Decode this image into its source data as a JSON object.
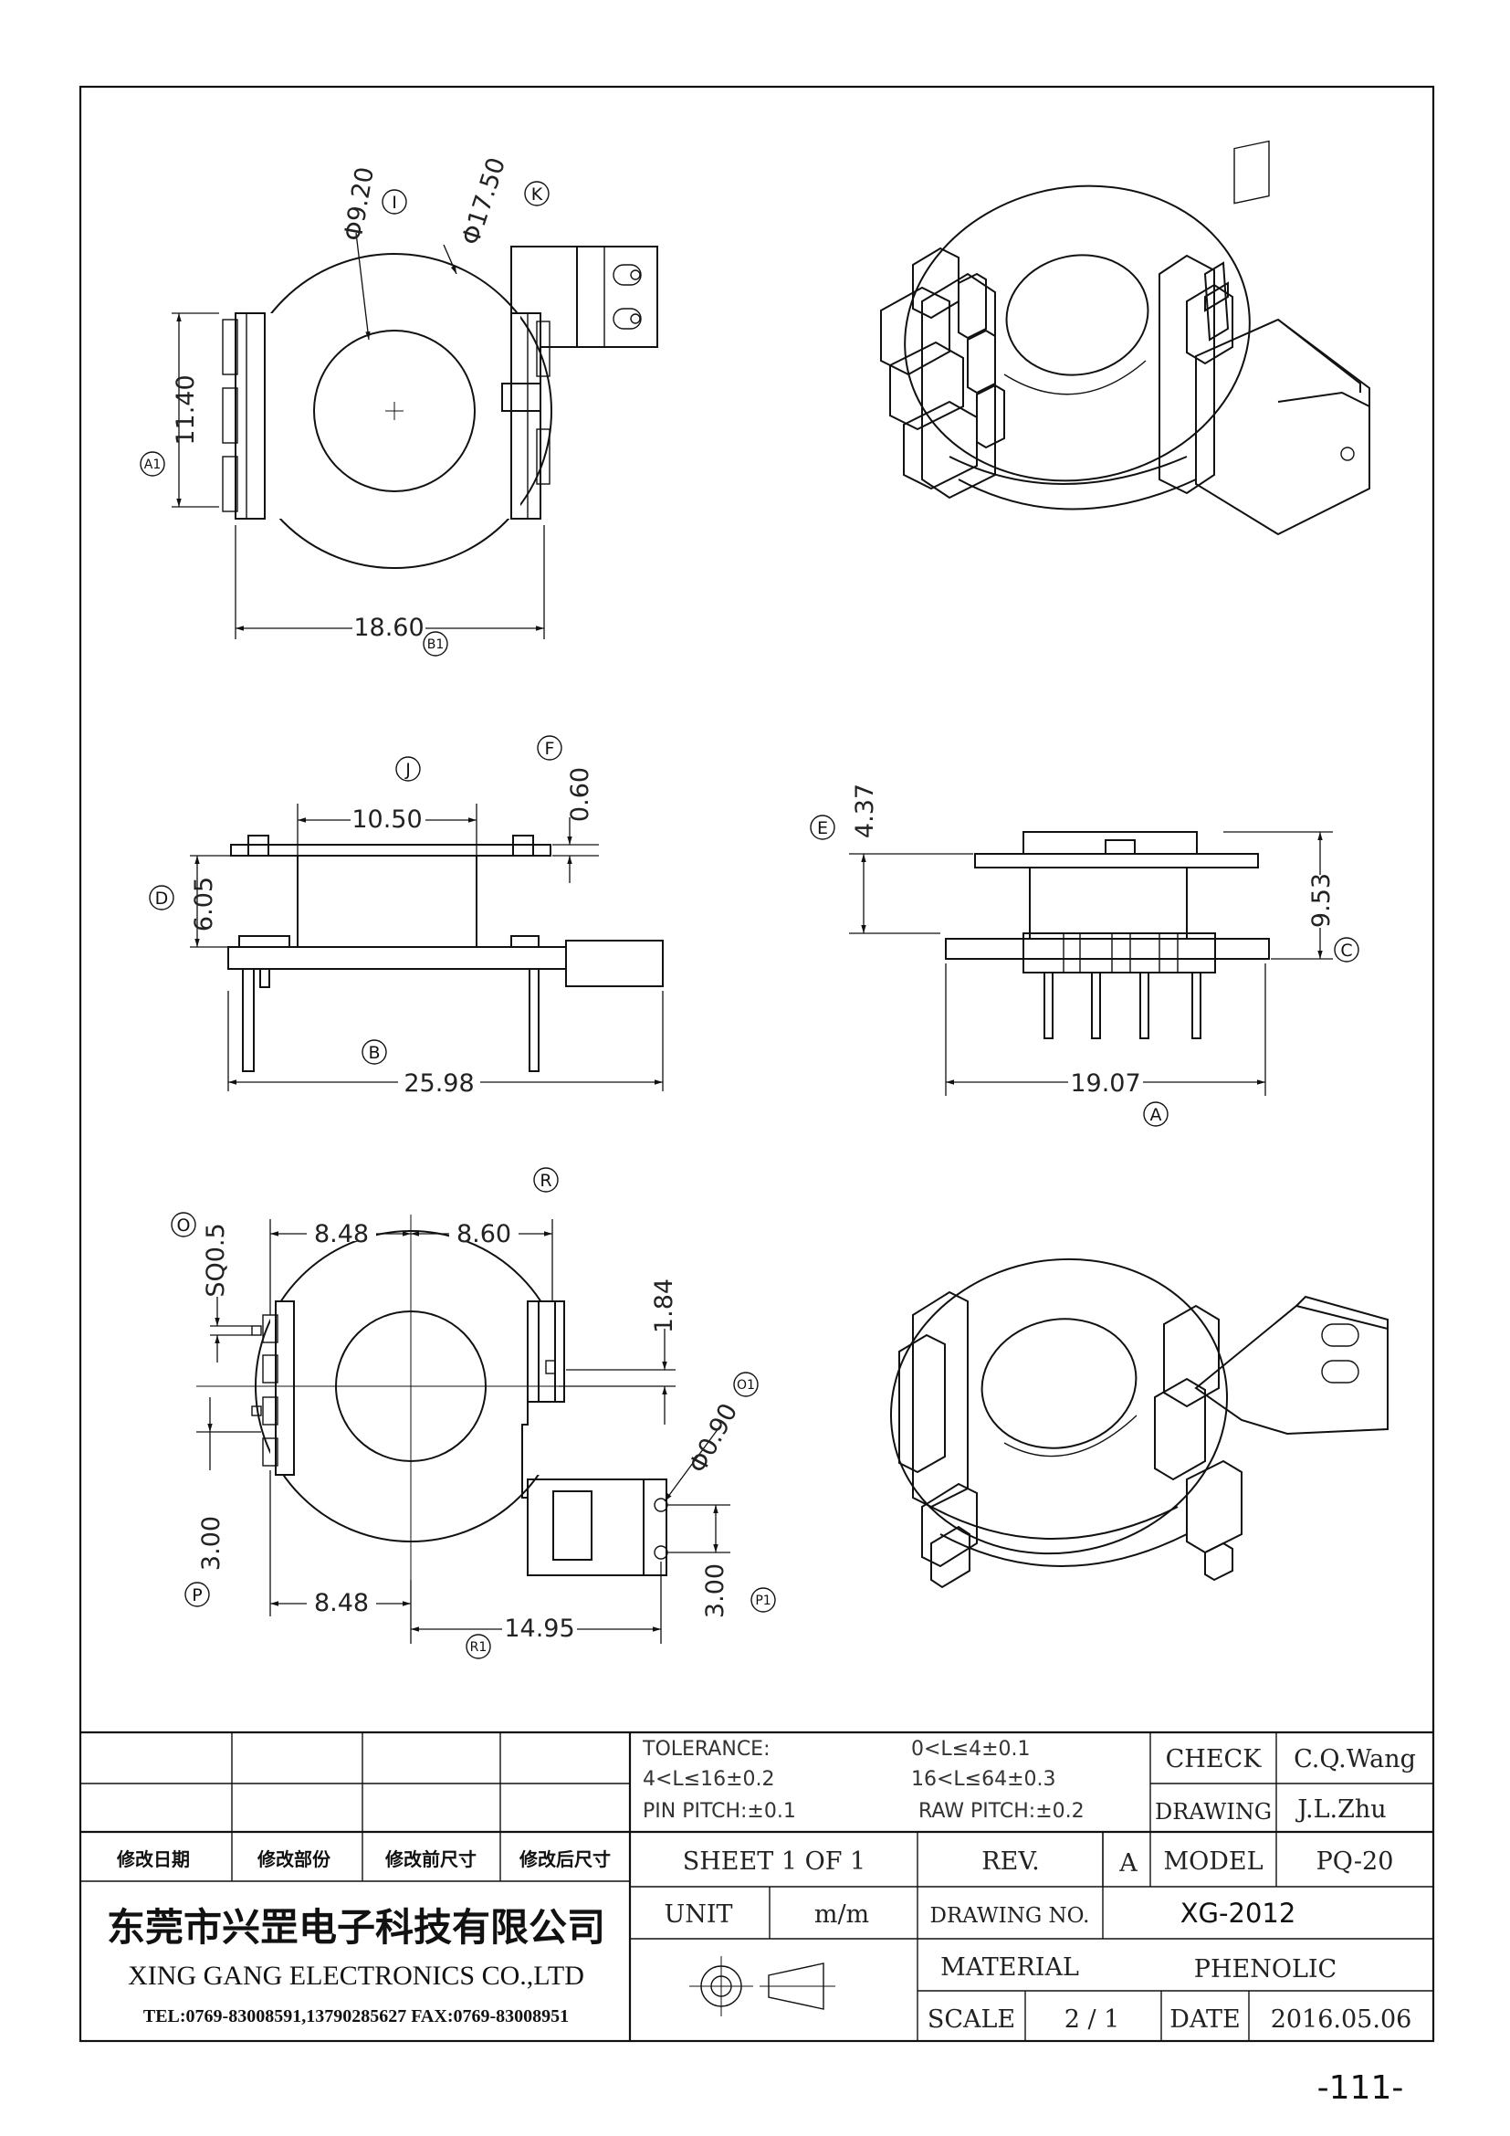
{
  "views": {
    "top": {
      "inner_diameter": "Φ9.20",
      "outer_diameter": "Φ17.50",
      "label_I": "I",
      "label_K": "K",
      "height_dim": "11.40",
      "label_A1": "A1",
      "width_dim": "18.60",
      "label_B1": "B1"
    },
    "front": {
      "flange_gap": "10.50",
      "label_J": "J",
      "label_F": "F",
      "thickness": "0.60",
      "body_height": "6.05",
      "label_D": "D",
      "overall_length": "25.98",
      "label_B": "B"
    },
    "side": {
      "top_height": "4.37",
      "label_E": "E",
      "total_height": "9.53",
      "label_C": "C",
      "width": "19.07",
      "label_A": "A"
    },
    "bottom": {
      "label_O": "O",
      "pin_size": "SQ0.5",
      "left_half": "8.48",
      "right_half": "8.60",
      "label_R": "R",
      "offset": "1.84",
      "hole_diameter": "Φ0.90",
      "label_O1": "O1",
      "pin_pitch_left": "3.00",
      "label_P": "P",
      "bottom_left": "8.48",
      "span": "14.95",
      "label_R1": "R1",
      "pin_pitch_right": "3.00",
      "label_P1": "P1"
    }
  },
  "title_block": {
    "tolerance_title": "TOLERANCE:",
    "tol_1": "0<L≤4±0.1",
    "tol_2": "4<L≤16±0.2",
    "tol_3": "16<L≤64±0.3",
    "pin_pitch": "PIN PITCH:±0.1",
    "raw_pitch": "RAW PITCH:±0.2",
    "check_label": "CHECK",
    "check_value": "C.Q.Wang",
    "drawing_label": "DRAWING",
    "drawing_value": "J.L.Zhu",
    "rev_headers": [
      "修改日期",
      "修改部份",
      "修改前尺寸",
      "修改后尺寸"
    ],
    "sheet": "SHEET 1 OF 1",
    "rev_label": "REV.",
    "rev_value": "A",
    "model_label": "MODEL",
    "model_value": "PQ-20",
    "company_cn": "东莞市兴罡电子科技有限公司",
    "company_en": "XING GANG  ELECTRONICS CO.,LTD",
    "contact": "TEL:0769-83008591,13790285627 FAX:0769-83008951",
    "unit_label": "UNIT",
    "unit_value": "m/m",
    "drawing_no_label": "DRAWING  NO.",
    "drawing_no_value": "XG-2012",
    "material_label": "MATERIAL",
    "material_value": "PHENOLIC",
    "scale_label": "SCALE",
    "scale_value": "2  /  1",
    "date_label": "DATE",
    "date_value": "2016.05.06"
  },
  "page_number": "-111-"
}
